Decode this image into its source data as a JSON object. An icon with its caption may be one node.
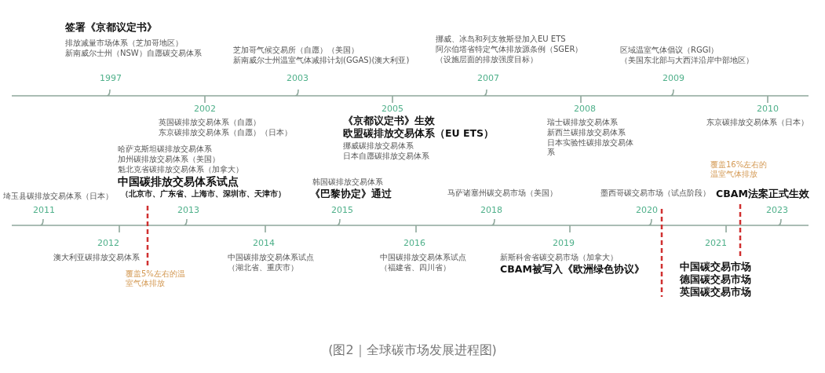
{
  "diagram": {
    "caption": "(图2｜全球碳市场发展进程图)",
    "labels": [
      "签署《京都议定书》",
      "排放减量市场体系（芝加哥地区）",
      "新南威尔士州（NSW）自愿碳交易体系",
      "1997",
      "芝加哥气候交易所（自愿）（美国）",
      "新南威尔士州温室气体减排计划(GGAS)(澳大利亚)",
      "2003",
      "挪威、冰岛和列支敦斯登加入EU ETS",
      "阿尔伯塔省特定气体排放源条例（SGER）",
      "（设施层面的排放强度目标）",
      "2007",
      "区域温室气体倡议（RGGI）",
      "（美国东北部与大西洋沿岸中部地区）",
      "2009",
      "2002",
      "英国碳排放交易体系（自愿）",
      "东京碳排放交易体系（自愿）（日本）",
      "2005",
      "《京都议定书》生效",
      "欧盟碳排放交易体系（EU ETS）",
      "挪威碳排放交易体系",
      "日本自愿碳排放交易体系",
      "2008",
      "瑞士碳排放交易体系",
      "新西兰碳排放交易体系",
      "日本实验性碳排放交易体系",
      "2010",
      "东京碳排放交易体系（日本）",
      "埼玉县碳排放交易体系（日本）",
      "2011",
      "哈萨克斯坦碳排放交易体系",
      "加州碳排放交易体系（美国）",
      "魁北克省碳排放交易体系（加拿大）",
      "中国碳排放交易体系试点",
      "（北京市、广东省、上海市、深圳市、天津市）",
      "2013",
      "韩国碳排放交易体系",
      "《巴黎协定》通过",
      "2015",
      "马萨诸塞州碳交易市场（美国）",
      "2018",
      "墨西哥碳交易市场（试点阶段）",
      "2020",
      "覆盖16%左右的温室气体排放",
      "CBAM法案正式生效",
      "2023",
      "2012",
      "澳大利亚碳排放交易体系",
      "覆盖5%左右的温室气体排放",
      "2014",
      "中国碳排放交易体系试点",
      "（湖北省、重庆市）",
      "2016",
      "中国碳排放交易体系试点",
      "（福建省、四川省）",
      "2019",
      "新斯科舍省碳交易市场（加拿大）",
      "CBAM被写入《欧洲绿色协议》",
      "2021",
      "中国碳交易市场",
      "德国碳交易市场",
      "英国碳交易市场"
    ]
  }
}
